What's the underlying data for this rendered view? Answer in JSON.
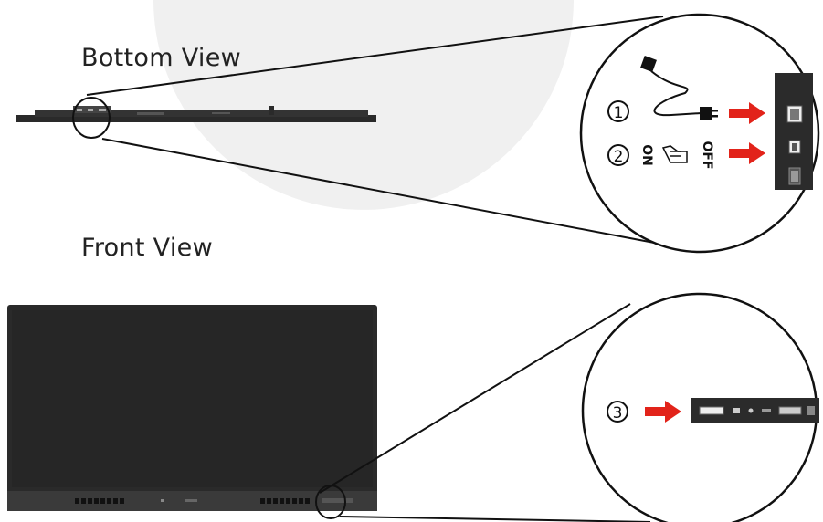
{
  "labels": {
    "bottom_view": "Bottom View",
    "front_view": "Front View"
  },
  "callouts": {
    "step1": "1",
    "step2": "2",
    "step3": "3",
    "switch_on": "ON",
    "switch_off": "OFF"
  },
  "colors": {
    "arrow": "#e2231a",
    "panel": "#2b2b2b",
    "screen": "#262626",
    "background_arc": "#f0f0f0"
  },
  "icons": {
    "power_cord": "power-cord-icon",
    "switch_hand": "hand-press-icon"
  }
}
